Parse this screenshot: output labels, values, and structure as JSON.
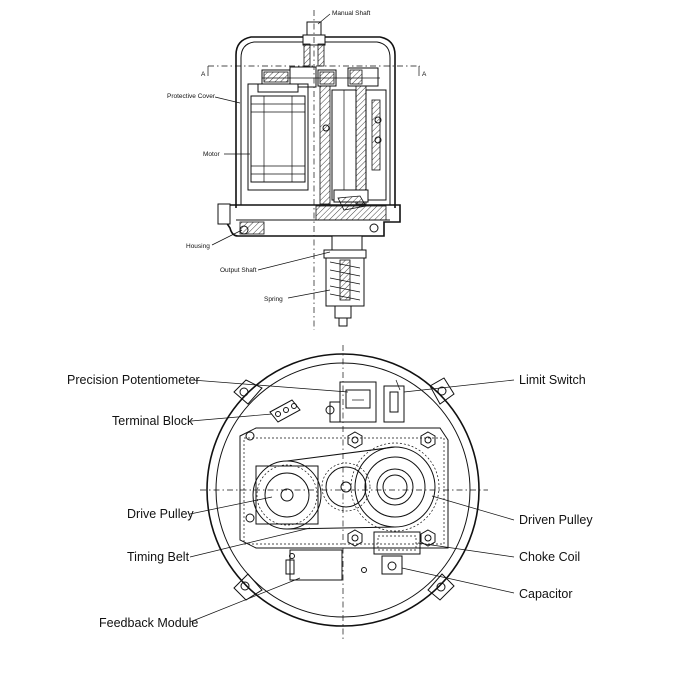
{
  "side_view": {
    "labels": {
      "manual_shaft": "Manual Shaft",
      "protective_cover": "Protective Cover",
      "motor": "Motor",
      "housing": "Housing",
      "output_shaft": "Output Shaft",
      "spring": "Spring",
      "section_left": "A",
      "section_right": "A"
    }
  },
  "plan_view": {
    "labels": {
      "precision_potentiometer": "Precision Potentiometer",
      "terminal_block": "Terminal Block",
      "drive_pulley": "Drive Pulley",
      "timing_belt": "Timing Belt",
      "feedback_module": "Feedback Module",
      "limit_switch": "Limit Switch",
      "driven_pulley": "Driven Pulley",
      "choke_coil": "Choke Coil",
      "capacitor": "Capacitor"
    }
  }
}
